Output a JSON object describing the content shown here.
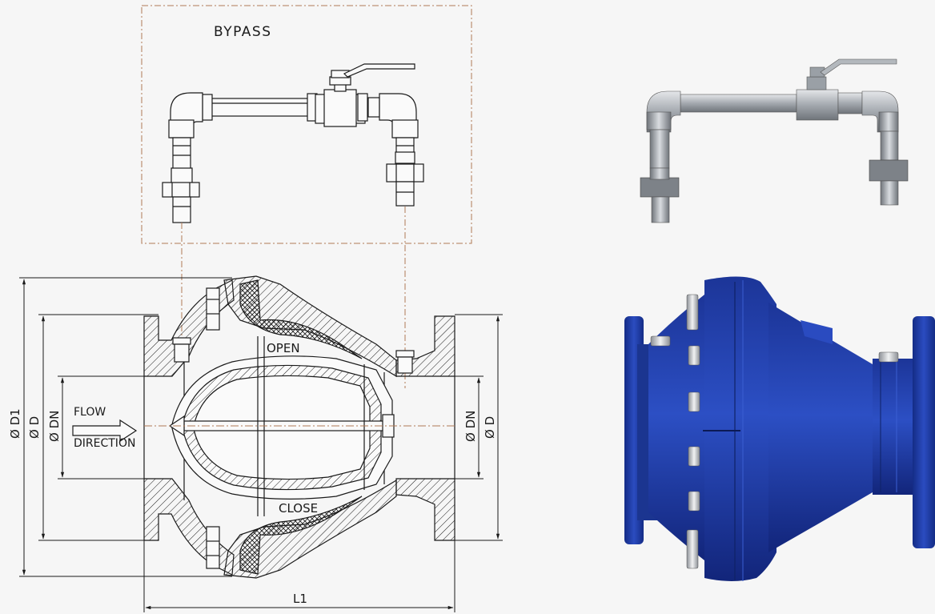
{
  "labels": {
    "bypass": "BYPASS",
    "open": "OPEN",
    "close": "CLOSE",
    "flow_line1": "FLOW",
    "flow_line2": "DIRECTION",
    "dim_d1": "Ø D1",
    "dim_d_left": "Ø D",
    "dim_dn_left": "Ø DN",
    "dim_dn_right": "Ø DN",
    "dim_d_right": "Ø D",
    "dim_l1": "L1"
  },
  "colors": {
    "line": "#1a1a1a",
    "bypass_frame": "#b07a55",
    "valve_blue": "#1f3fa8",
    "valve_blue_dark": "#122a7a",
    "pipe_grey": "#a8adb3",
    "bolt_silver": "#c9ccd0"
  }
}
